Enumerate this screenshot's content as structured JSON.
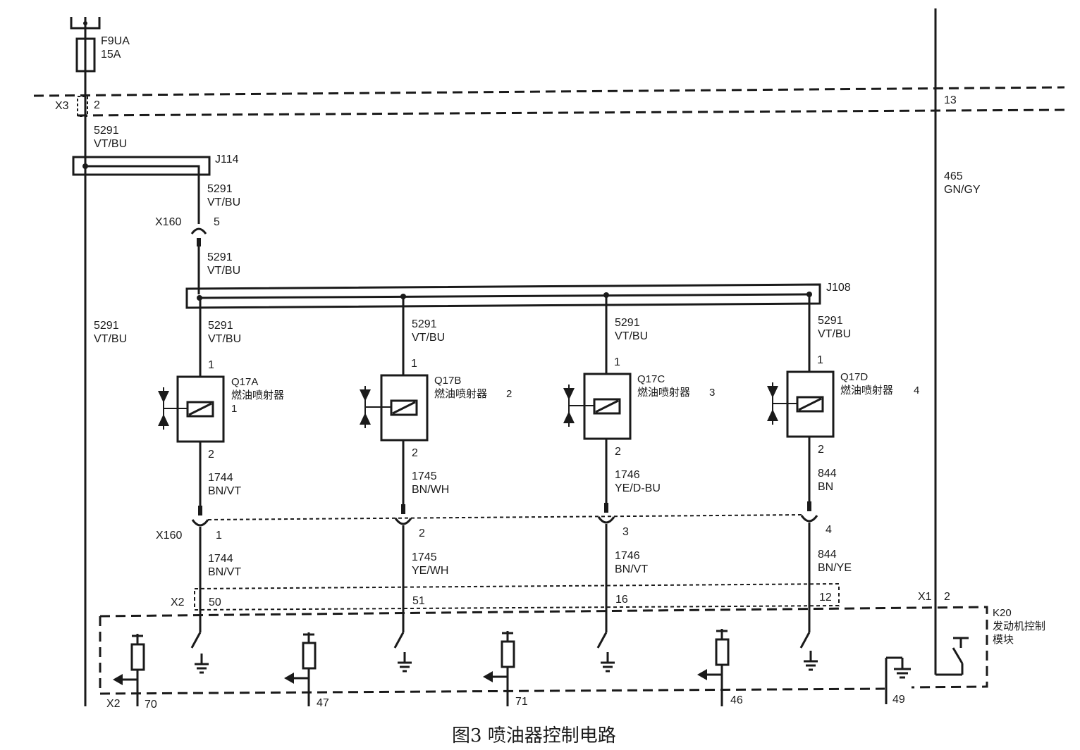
{
  "fuse": {
    "name": "F9UA",
    "rating": "15A"
  },
  "connectors": {
    "x3": {
      "name": "X3",
      "pin_left": "2",
      "pin_right": "13"
    },
    "x160": "X160",
    "x160_top_pin": "5",
    "x2": "X2",
    "x1": {
      "name": "X1",
      "pin": "2"
    }
  },
  "splices": {
    "j114": "J114",
    "j108": "J108"
  },
  "wires": {
    "main": {
      "number": "5291",
      "color": "VT/BU"
    },
    "right": {
      "number": "465",
      "color": "GN/GY"
    }
  },
  "injectors": [
    {
      "id": "Q17A",
      "name": "燃油喷射器",
      "index": "1",
      "pin_top": "1",
      "pin_bottom": "2",
      "out_num": "1744",
      "out_color": "BN/VT",
      "x160_pin": "1",
      "low_num": "1744",
      "low_color": "BN/VT",
      "x2_pin": "50"
    },
    {
      "id": "Q17B",
      "name": "燃油喷射器",
      "index": "2",
      "pin_top": "1",
      "pin_bottom": "2",
      "out_num": "1745",
      "out_color": "BN/WH",
      "x160_pin": "2",
      "low_num": "1745",
      "low_color": "YE/WH",
      "x2_pin": "51"
    },
    {
      "id": "Q17C",
      "name": "燃油喷射器",
      "index": "3",
      "pin_top": "1",
      "pin_bottom": "2",
      "out_num": "1746",
      "out_color": "YE/D-BU",
      "x160_pin": "3",
      "low_num": "1746",
      "low_color": "BN/VT",
      "x2_pin": "16"
    },
    {
      "id": "Q17D",
      "name": "燃油喷射器",
      "index": "4",
      "pin_top": "1",
      "pin_bottom": "2",
      "out_num": "844",
      "out_color": "BN",
      "x160_pin": "4",
      "low_num": "844",
      "low_color": "BN/YE",
      "x2_pin": "12"
    }
  ],
  "module": {
    "id": "K20",
    "name_line1": "发动机控制",
    "name_line2": "模块"
  },
  "bottom_pins": [
    "70",
    "47",
    "71",
    "46",
    "49"
  ],
  "bottom_connector": "X2",
  "caption": "图3  喷油器控制电路"
}
